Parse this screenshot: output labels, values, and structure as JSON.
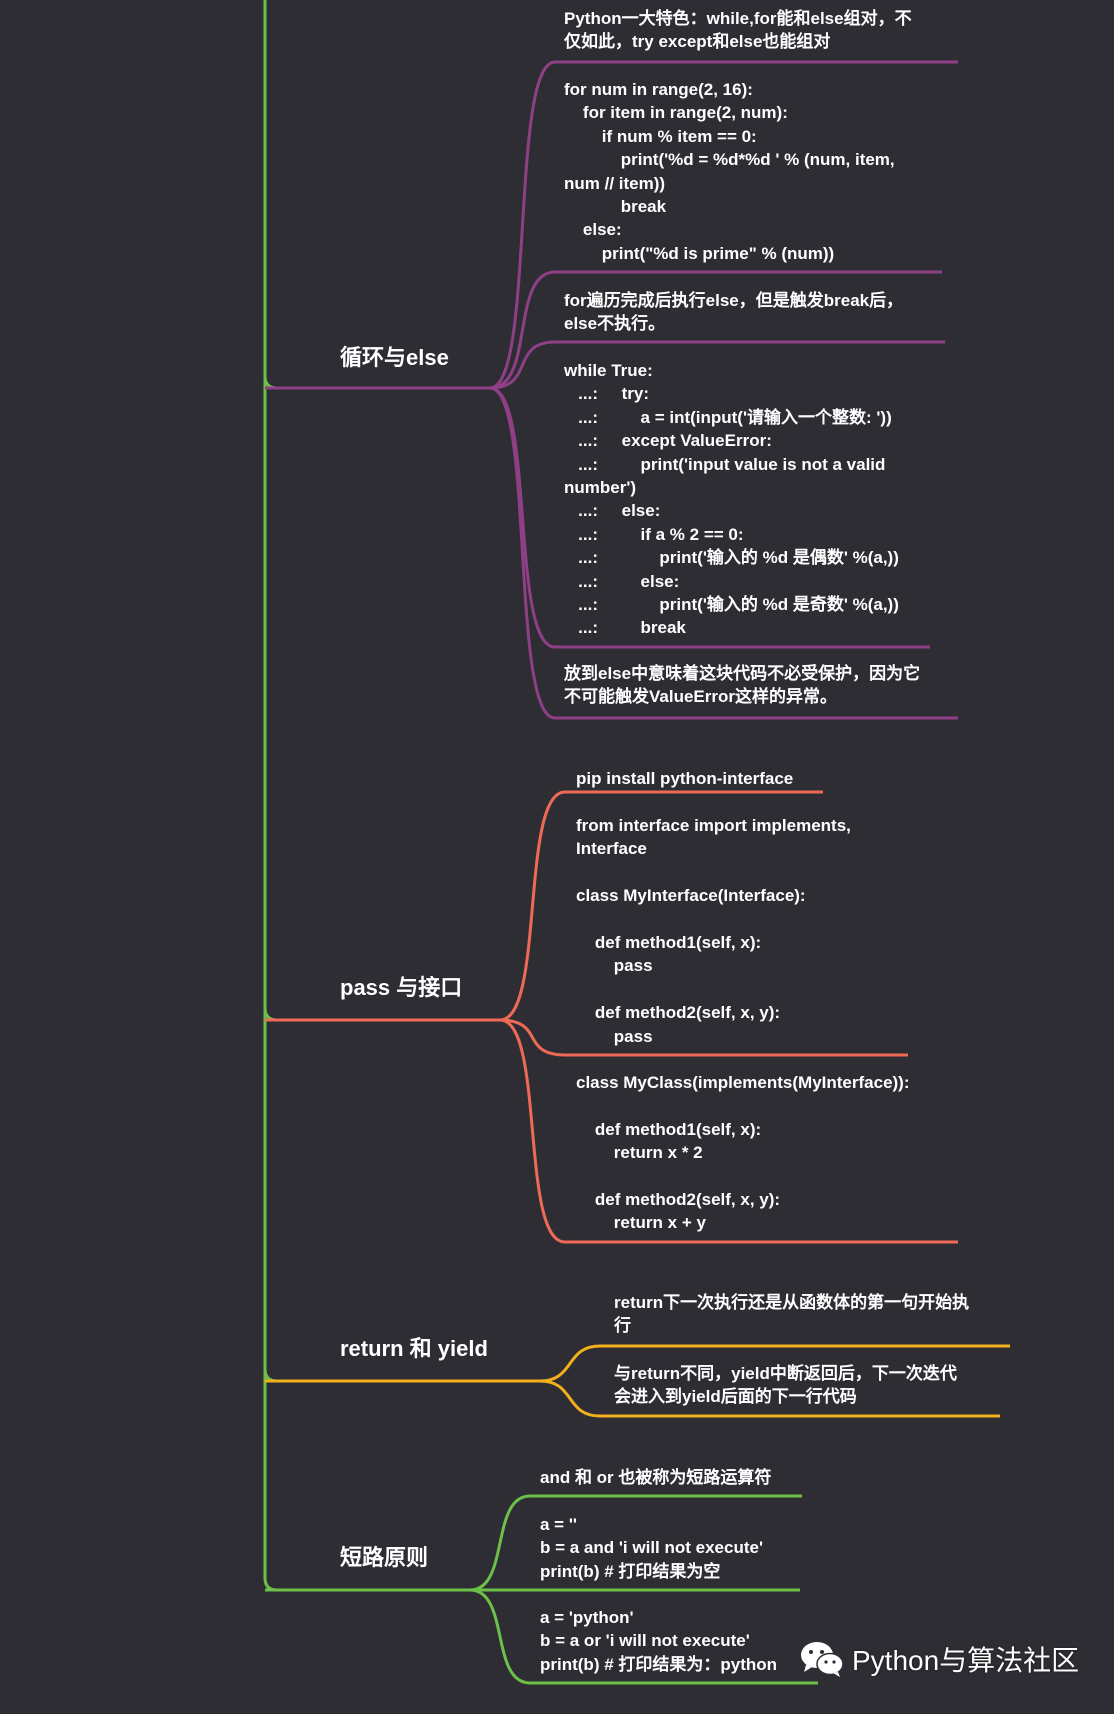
{
  "colors": {
    "background": "#2f2d34",
    "trunk": "#6cc04a",
    "loop_else": "#8f3f86",
    "pass_interface": "#ee6a56",
    "return_yield": "#f2b01d",
    "short_circuit": "#6cc04a"
  },
  "topics": {
    "loop_else": {
      "title": "循环与else",
      "items": [
        "Python一大特色：while,for能和else组对，不\n仅如此，try except和else也能组对",
        "for num in range(2, 16):\n    for item in range(2, num):\n        if num % item == 0:\n            print('%d = %d*%d ' % (num, item,\nnum // item))\n            break\n    else:\n        print(\"%d is prime\" % (num))",
        "for遍历完成后执行else，但是触发break后，\nelse不执行。",
        "while True:\n   ...:     try:\n   ...:         a = int(input('请输入一个整数: '))\n   ...:     except ValueError:\n   ...:         print('input value is not a valid\nnumber')\n   ...:     else:\n   ...:         if a % 2 == 0:\n   ...:             print('输入的 %d 是偶数' %(a,))\n   ...:         else:\n   ...:             print('输入的 %d 是奇数' %(a,))\n   ...:         break",
        "放到else中意味着这块代码不必受保护，因为它\n不可能触发ValueError这样的异常。"
      ]
    },
    "pass_interface": {
      "title": "pass 与接口",
      "items": [
        "pip install python-interface",
        "from interface import implements,\nInterface\n\nclass MyInterface(Interface):\n\n    def method1(self, x):\n        pass\n\n    def method2(self, x, y):\n        pass",
        "class MyClass(implements(MyInterface)):\n\n    def method1(self, x):\n        return x * 2\n\n    def method2(self, x, y):\n        return x + y"
      ]
    },
    "return_yield": {
      "title": "return 和 yield",
      "items": [
        "return下一次执行还是从函数体的第一句开始执\n行",
        "与return不同，yield中断返回后，下一次迭代\n会进入到yield后面的下一行代码"
      ]
    },
    "short_circuit": {
      "title": "短路原则",
      "items": [
        "and 和 or 也被称为短路运算符",
        "a = ''\nb = a and 'i will not execute'\nprint(b) # 打印结果为空",
        "a = 'python'\nb = a or 'i will not execute'\nprint(b) # 打印结果为：python"
      ]
    }
  },
  "watermark": {
    "icon": "wechat-icon",
    "text": "Python与算法社区"
  }
}
